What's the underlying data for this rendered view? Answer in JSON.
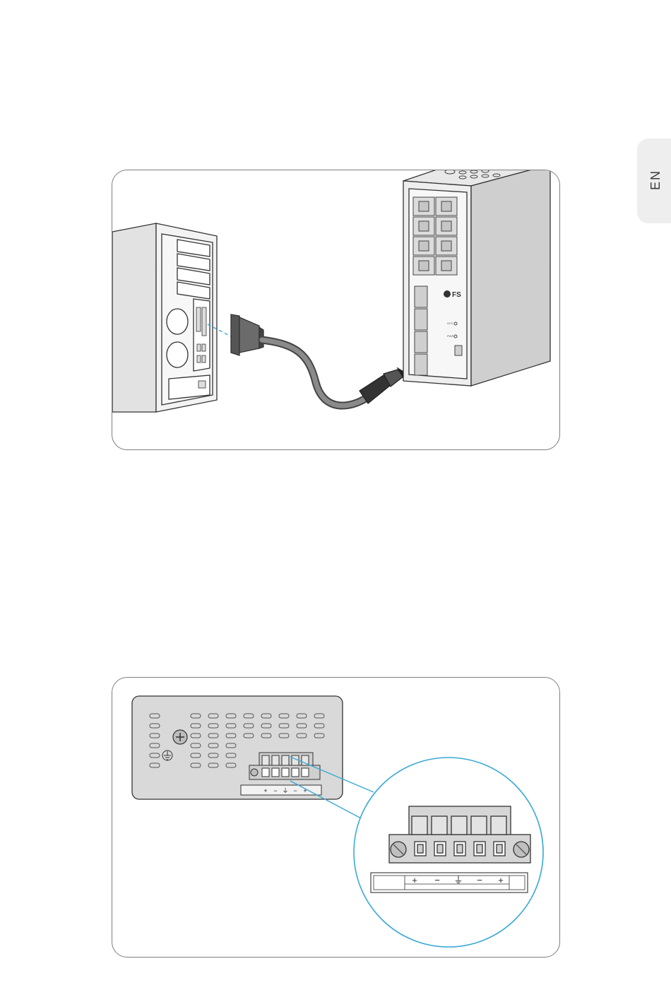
{
  "side_tab": {
    "label": "EN"
  },
  "figure1": {
    "device_logo": "FS",
    "led_labels": [
      "SYS",
      "PWR"
    ]
  },
  "figure2": {
    "terminal_labels": [
      "+",
      "−",
      "⏚",
      "−",
      "+"
    ]
  },
  "colors": {
    "guide_line": "#3aa9d6",
    "zoom_circle": "#3aa9d6",
    "frame": "#7f7f7f",
    "device_fill": "#e6e6e6",
    "outline": "#333333"
  }
}
